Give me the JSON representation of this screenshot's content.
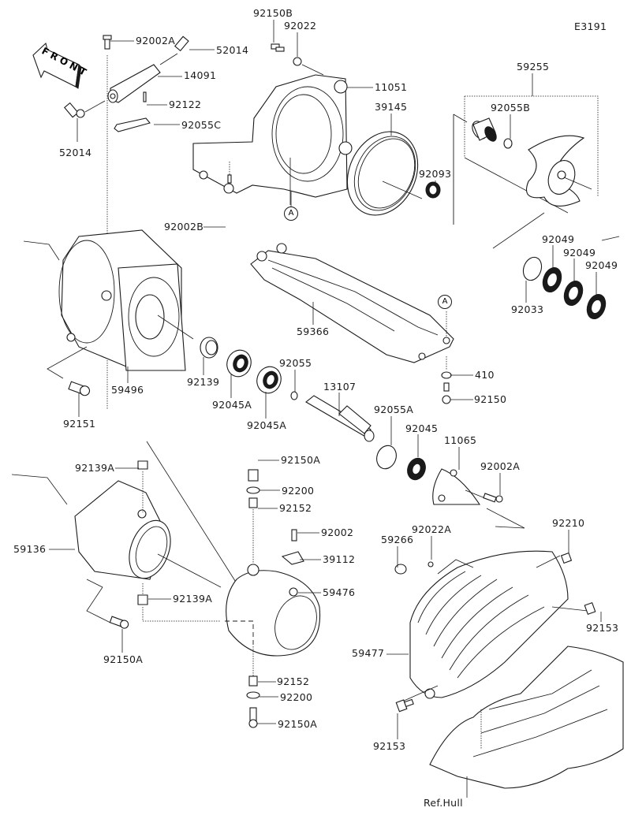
{
  "diagram": {
    "code": "E3191",
    "front_label": "FRONT",
    "ref_marker": "A",
    "ref_hull_label": "Ref.Hull"
  },
  "parts": {
    "p92150B": "92150B",
    "p92022": "92022",
    "p92002A_top": "92002A",
    "p52014_top": "52014",
    "p14091": "14091",
    "p92122": "92122",
    "p92055C": "92055C",
    "p52014_left": "52014",
    "p11051": "11051",
    "p39145": "39145",
    "p59255": "59255",
    "p92055B": "92055B",
    "p92093": "92093",
    "p92002B": "92002B",
    "p92049_1": "92049",
    "p92049_2": "92049",
    "p92049_3": "92049",
    "p92033": "92033",
    "p59366": "59366",
    "p410": "410",
    "p92150": "92150",
    "p59496": "59496",
    "p92139": "92139",
    "p92045A_1": "92045A",
    "p92045A_2": "92045A",
    "p92055": "92055",
    "p92151": "92151",
    "p13107": "13107",
    "p92055A": "92055A",
    "p92045": "92045",
    "p11065": "11065",
    "p92002A_mid": "92002A",
    "p92139A_top": "92139A",
    "p92150A_top": "92150A",
    "p92200_top": "92200",
    "p92152_top": "92152",
    "p92002": "92002",
    "p39112": "39112",
    "p59476": "59476",
    "p59136": "59136",
    "p92139A_bot": "92139A",
    "p92150A_left": "92150A",
    "p92210": "92210",
    "p59266": "59266",
    "p92022A": "92022A",
    "p92153_right": "92153",
    "p59477": "59477",
    "p92152_bot": "92152",
    "p92200_bot": "92200",
    "p92150A_bot": "92150A",
    "p92153_bot": "92153"
  }
}
